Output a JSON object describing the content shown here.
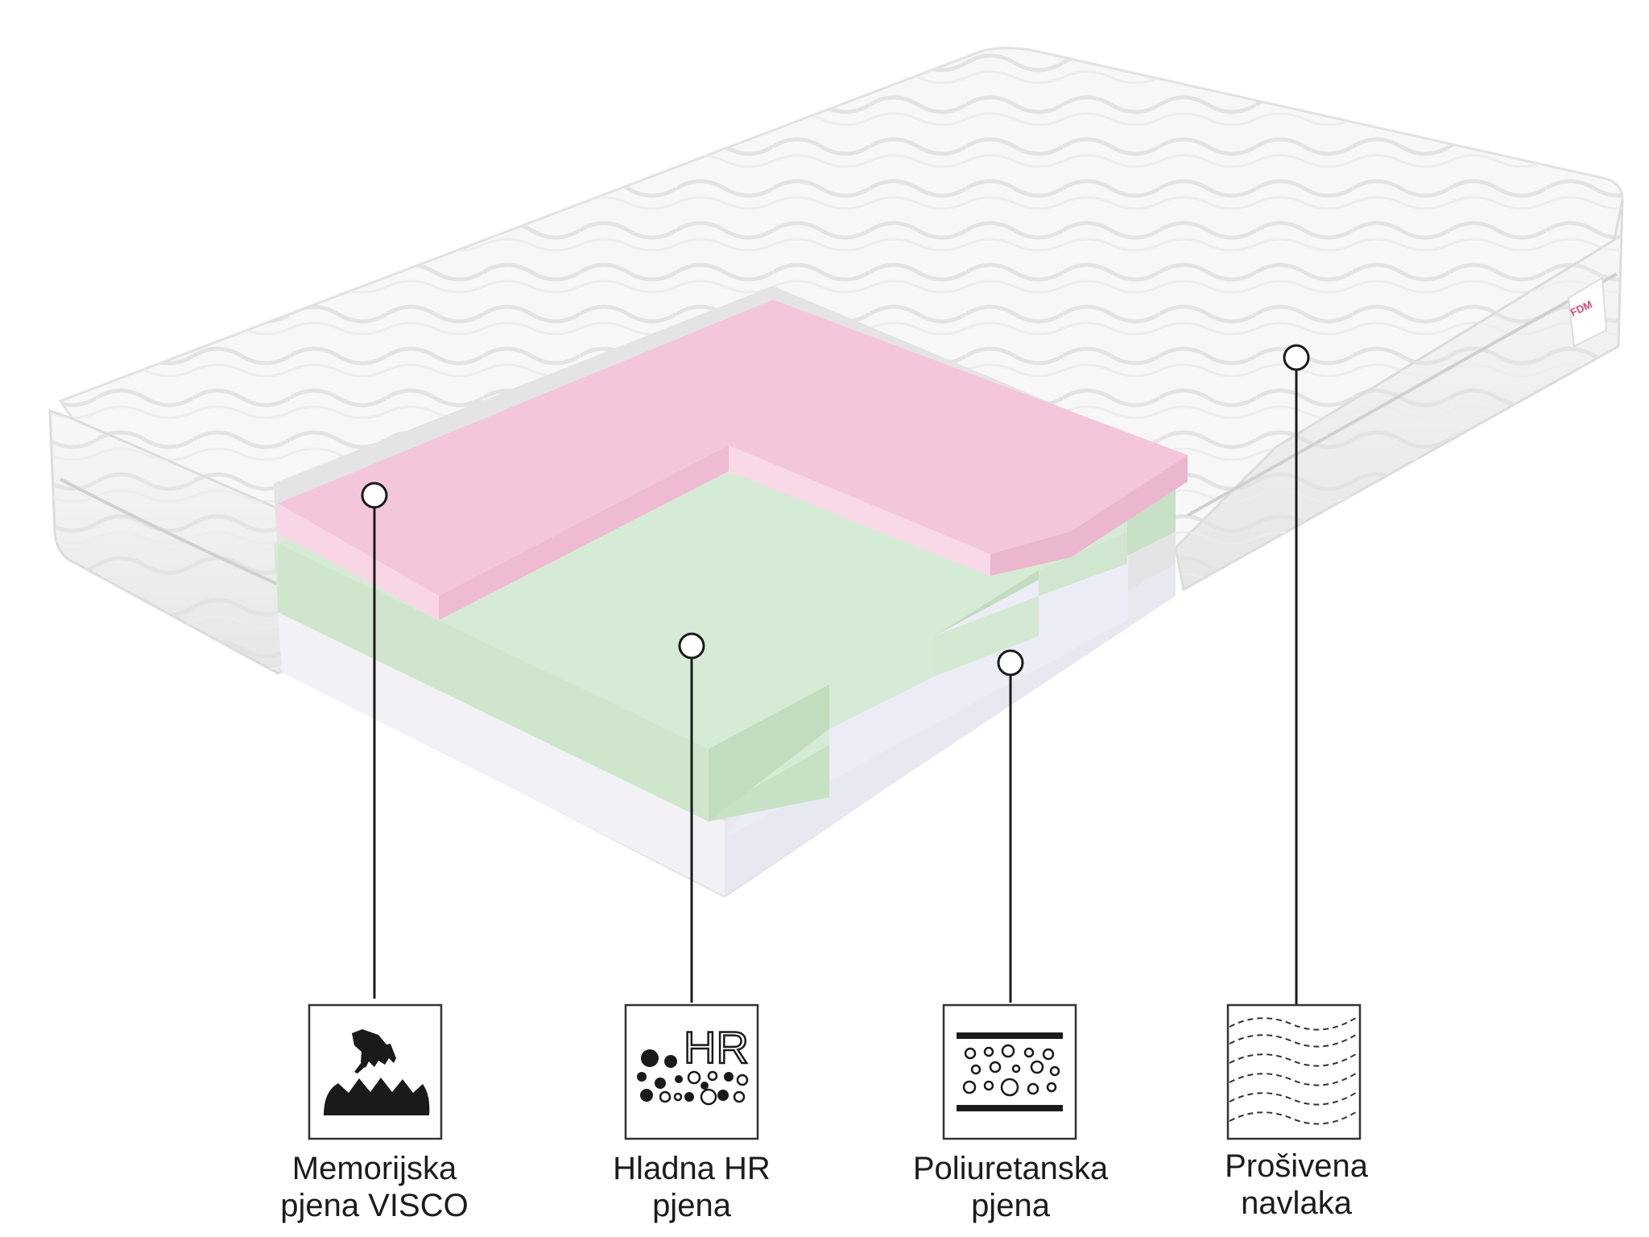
{
  "brand": {
    "logo_text": "FDM"
  },
  "layers": [
    {
      "id": "visco",
      "label_line1": "Memorijska",
      "label_line2": "pjena VISCO",
      "icon": "hand-pressing-foam-icon",
      "color": "#f4c9dd"
    },
    {
      "id": "hr",
      "label_line1": "Hladna HR",
      "label_line2": "pjena",
      "icon": "hr-foam-bubbles-icon",
      "icon_text": "HR",
      "color": "#d5ead3"
    },
    {
      "id": "pu",
      "label_line1": "Poliuretanska",
      "label_line2": "pjena",
      "icon": "polyurethane-foam-cells-icon",
      "color": "#eef0f8"
    },
    {
      "id": "cover",
      "label_line1": "Prošivena",
      "label_line2": "navlaka",
      "icon": "quilted-cover-waves-icon",
      "color": "#fafafa"
    }
  ]
}
